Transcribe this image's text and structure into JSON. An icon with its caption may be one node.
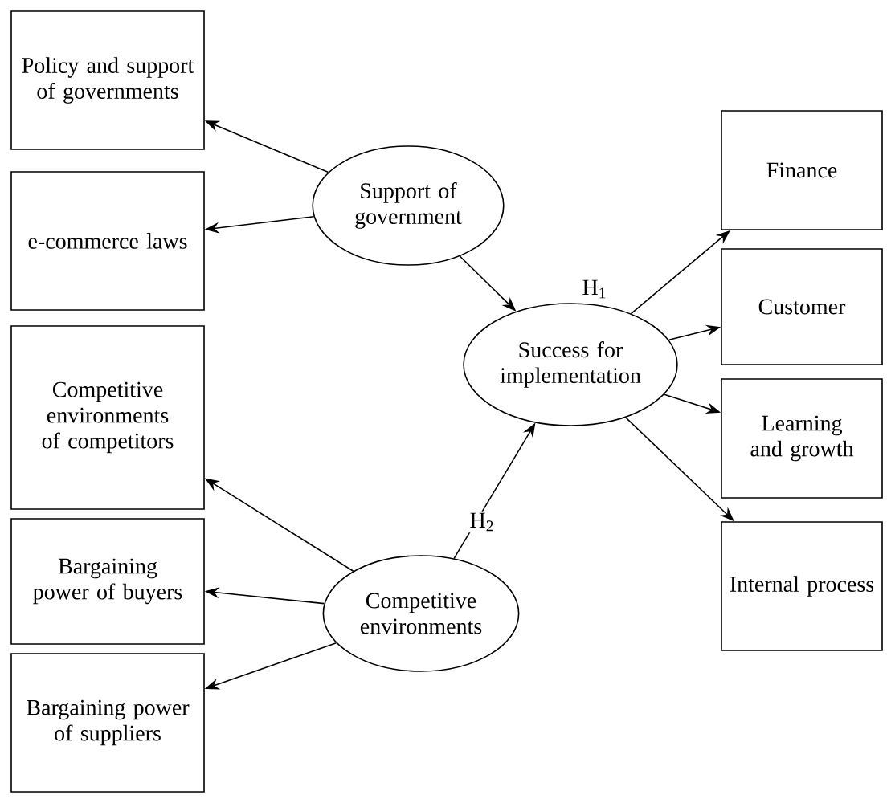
{
  "diagram": {
    "nodes": [
      {
        "text": [
          "Policy and support of governments"
        ]
      },
      {
        "text": [
          "e-commerce laws"
        ]
      },
      {
        "text": [
          "Support of government"
        ]
      },
      {
        "text": [
          "Competitive environments of competitors"
        ]
      },
      {
        "text": [
          "Bargaining power of buyers"
        ]
      },
      {
        "text": [
          "Bargaining power of suppliers"
        ]
      },
      {
        "text": [
          "Competitive environments"
        ]
      },
      {
        "text": [
          "Success for implementation"
        ]
      },
      {
        "text": [
          "Finance"
        ]
      },
      {
        "text": [
          "Customer"
        ]
      },
      {
        "text": [
          "Learning and growth"
        ]
      },
      {
        "text": [
          "Internal process"
        ]
      }
    ],
    "edges": [
      {
        "from": 2,
        "to": 0,
        "arrow": "to"
      },
      {
        "from": 2,
        "to": 1,
        "arrow": "to"
      },
      {
        "from": 2,
        "to": 7,
        "arrow": "to",
        "label": "H$_{1}$"
      },
      {
        "from": 6,
        "to": 3,
        "arrow": "to"
      },
      {
        "from": 6,
        "to": 4,
        "arrow": "to"
      },
      {
        "from": 6,
        "to": 5,
        "arrow": "to"
      },
      {
        "from": 6,
        "to": 7,
        "arrow": "to",
        "label": "H$_{2}$"
      },
      {
        "from": 7,
        "to": 8,
        "arrow": "to"
      },
      {
        "from": 7,
        "to": 9,
        "arrow": "to"
      },
      {
        "from": 7,
        "to": 10,
        "arrow": "to"
      },
      {
        "from": 7,
        "to": 11,
        "arrow": "to"
      }
    ]
  }
}
